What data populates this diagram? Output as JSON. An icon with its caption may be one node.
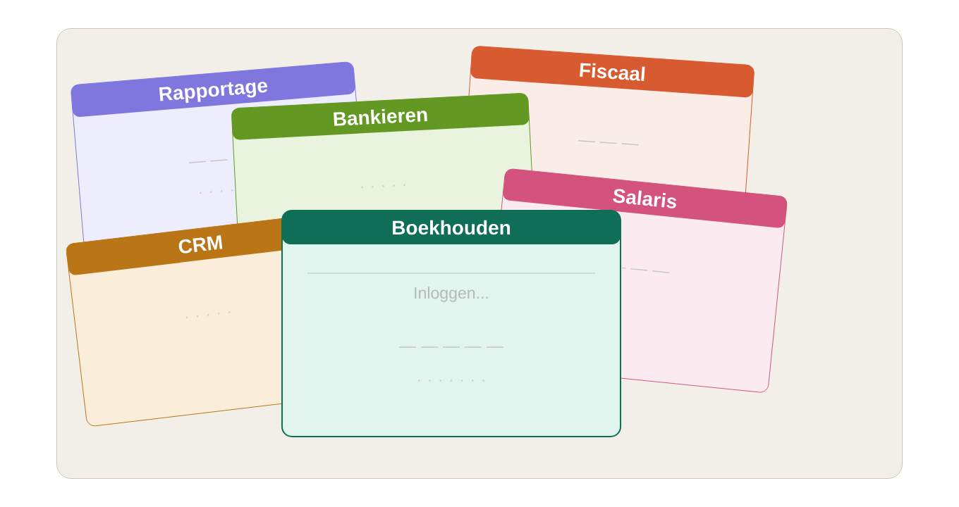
{
  "diagram": {
    "nodes": [
      {
        "text": [
          "Rapportage"
        ]
      },
      {
        "text": [
          "Fiscaal"
        ]
      },
      {
        "text": [
          "Bankieren"
        ]
      },
      {
        "text": [
          "Salaris"
        ]
      },
      {
        "text": [
          "CRM"
        ]
      },
      {
        "text": [
          "Boekhouden",
          "Inloggen..."
        ]
      }
    ]
  }
}
